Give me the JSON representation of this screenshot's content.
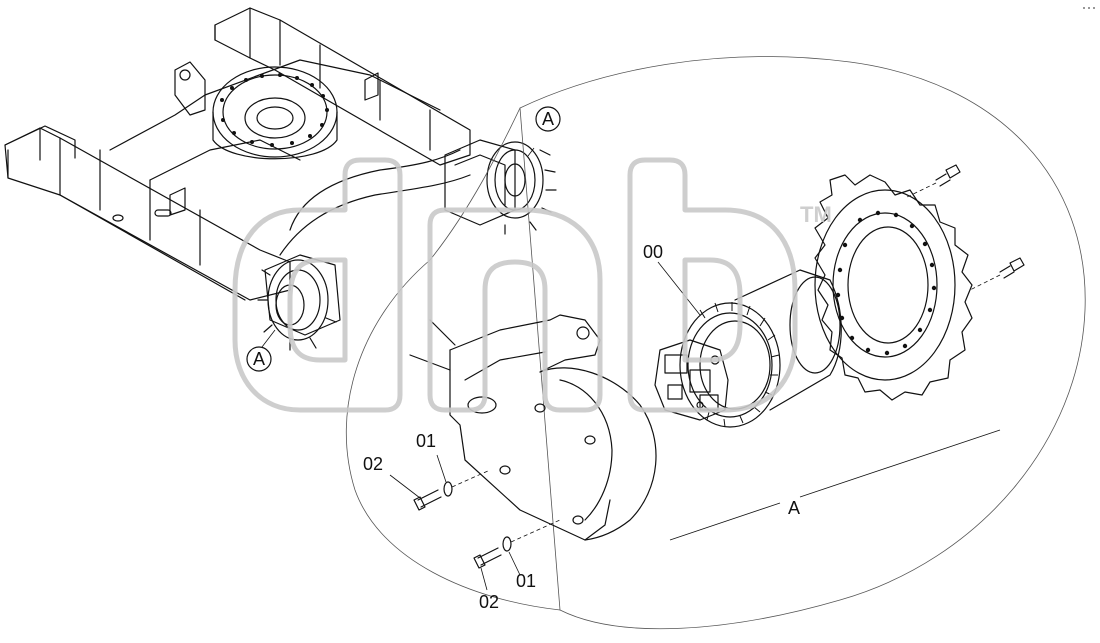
{
  "labels": {
    "callout_a_upper": "A",
    "callout_a_lower": "A",
    "detail_a": "A",
    "part_00": "00",
    "part_01_upper": "01",
    "part_01_lower": "01",
    "part_02_upper": "02",
    "part_02_lower": "02"
  },
  "watermark": {
    "text": "dnb",
    "trademark": "TM",
    "color": "#c9c9c9"
  }
}
